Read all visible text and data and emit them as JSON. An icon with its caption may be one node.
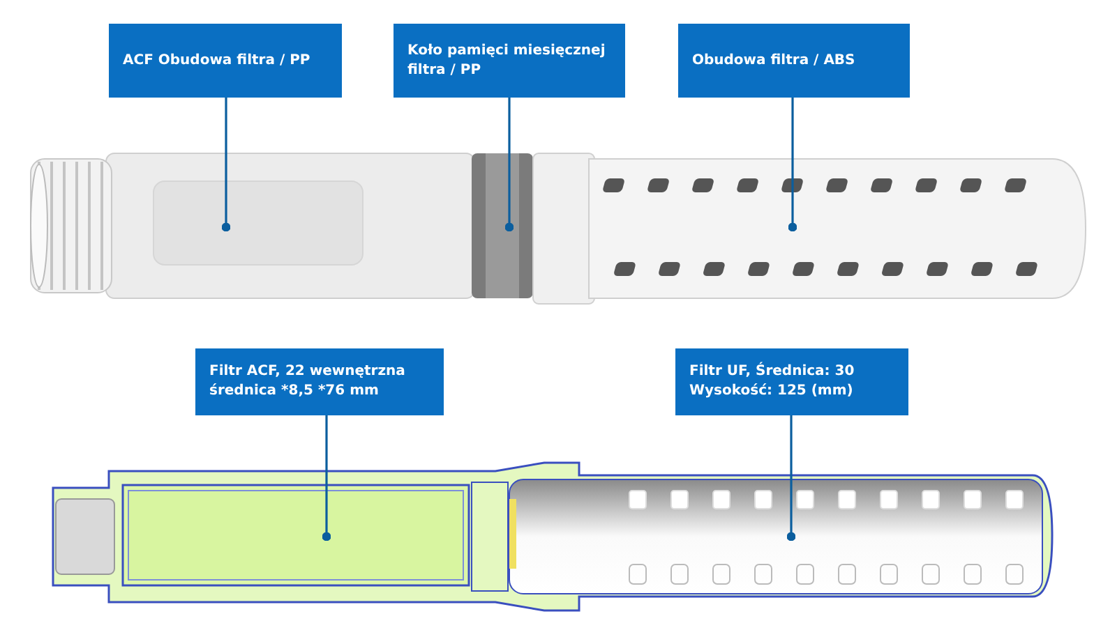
{
  "diagram": {
    "nodes": [
      {
        "text": [
          "ACF Obudowa filtra / PP"
        ]
      },
      {
        "text": [
          "Koło pamięci miesięcznej filtra / PP"
        ]
      },
      {
        "text": [
          "Obudowa filtra / ABS"
        ]
      },
      {
        "text": [
          "Filtr ACF, 22 wewnętrzna średnica *8,5 *76 mm"
        ]
      },
      {
        "text": [
          "Filtr UF, Średnica: 30 Wysokość: 125 (mm)"
        ]
      },
      {
        "text": [],
        "shape": "picture"
      },
      {
        "text": [],
        "shape": "picture"
      },
      {
        "text": [],
        "shape": "picture"
      },
      {
        "text": [],
        "shape": "picture"
      },
      {
        "text": [],
        "shape": "picture"
      }
    ],
    "edges": [
      {
        "from": 0,
        "to": 5,
        "arrow": "other"
      },
      {
        "from": 1,
        "to": 6,
        "arrow": "other"
      },
      {
        "from": 2,
        "to": 7,
        "arrow": "other"
      },
      {
        "from": 3,
        "to": 8,
        "arrow": "other"
      },
      {
        "from": 4,
        "to": 9,
        "arrow": "other"
      }
    ]
  }
}
